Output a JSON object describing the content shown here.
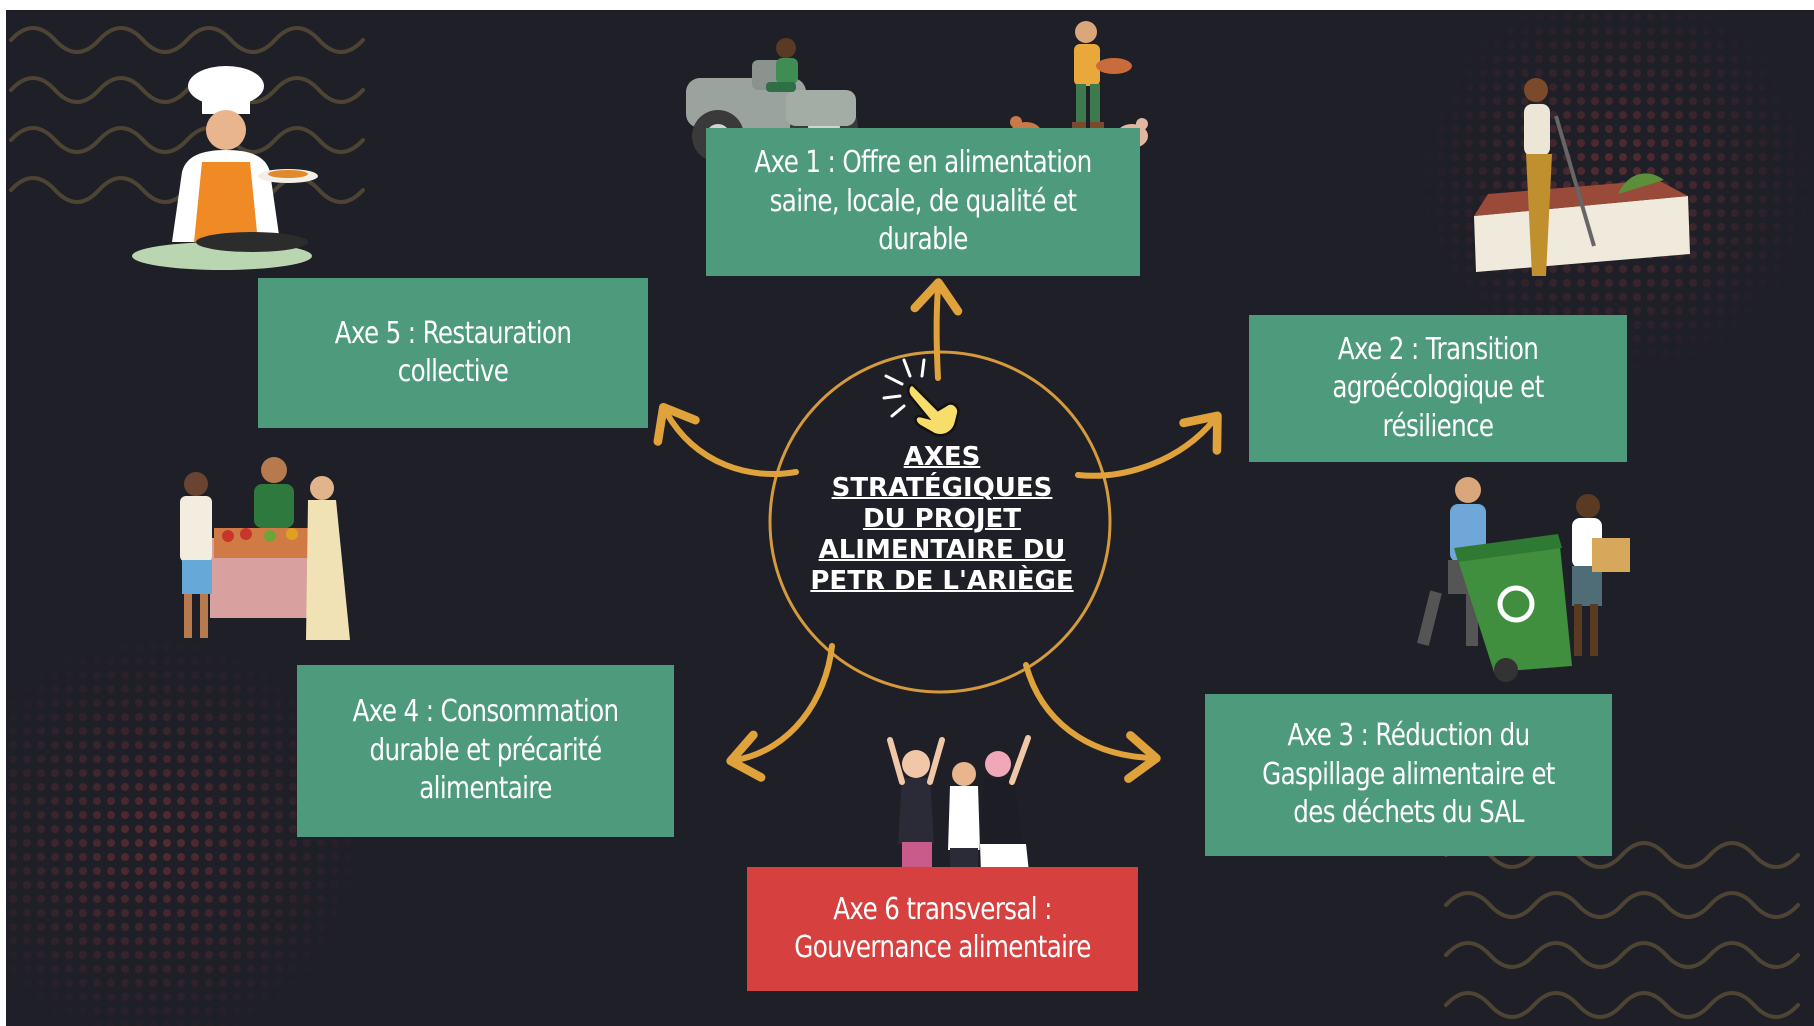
{
  "colors": {
    "background": "#1f1f27",
    "axis_box_green": "#4e9a7d",
    "axis_box_red": "#d6413f",
    "arrow_gold": "#e0a23a",
    "circle_gold": "#d59a3c",
    "text": "#ffffff"
  },
  "center": {
    "title": "AXES STRATÉGIQUES DU PROJET ALIMENTAIRE DU PETR DE L'ARIÈGE",
    "icon": "pointing-hand-icon"
  },
  "axes": [
    {
      "label": "Axe 1 : Offre en alimentation saine, locale, de qualité et durable",
      "color": "green"
    },
    {
      "label": "Axe 2 : Transition agroécologique et résilience",
      "color": "green"
    },
    {
      "label": "Axe 3 : Réduction du Gaspillage alimentaire et des déchets du SAL",
      "color": "green"
    },
    {
      "label": "Axe 4 : Consommation durable et précarité alimentaire",
      "color": "green"
    },
    {
      "label": "Axe 5 : Restauration collective",
      "color": "green"
    },
    {
      "label": "Axe 6 transversal : Gouvernance alimentaire",
      "color": "red"
    }
  ],
  "illustrations": [
    "tractor-farmer-icon",
    "farmer-feeding-chickens-icon",
    "chef-cooking-icon",
    "gardener-raised-bed-icon",
    "market-stall-vendors-icon",
    "recycling-bin-people-icon",
    "cheering-group-icon"
  ]
}
